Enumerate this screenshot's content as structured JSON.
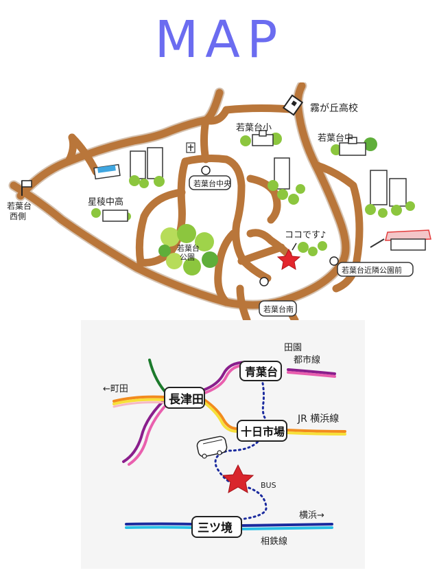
{
  "page": {
    "title": "MAP"
  },
  "area_map": {
    "labels": {
      "kirigaoka_high": "霧が丘高校",
      "wakabadai_elementary": "若葉台小",
      "wakabadai_junior_high": "若葉台中",
      "wakabadai_west": "若葉台\n西側",
      "hoshi_high": "星稜中高",
      "park": "若葉台\n公園",
      "here": "ココです♪"
    },
    "bus_stops": {
      "central": "若葉台中央",
      "kinrin_park": "若葉台近隣公園前",
      "south": "若葉台南"
    }
  },
  "route_map": {
    "stations": {
      "aobadai": "青葉台",
      "nagatsuta": "長津田",
      "tokaichiba": "十日市場",
      "mitsukyo": "三ツ境"
    },
    "lines": {
      "denentoshi": "田園\n都市線",
      "yokohama": "JR 横浜線",
      "sotetsu": "相鉄線"
    },
    "directions": {
      "machida": "←町田",
      "yokohama": "横浜→"
    },
    "bus_label": "BUS"
  },
  "colors": {
    "title": "#6b6cf0",
    "road": "#b9763a",
    "star": "#e3262d",
    "denentoshi_line": "#8a1e8c",
    "yokohama_line": "#f28b1e",
    "sotetsu_line": "#1a2a9e"
  }
}
